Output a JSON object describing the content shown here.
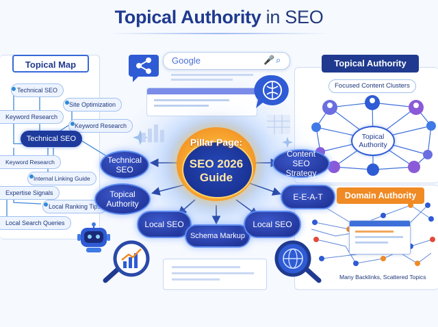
{
  "title": {
    "main": "Topical Authority",
    "suffix": "in SEO"
  },
  "left_panel": {
    "header": "Topical Map",
    "center_node": "Technical SEO",
    "items": [
      "Technical SEO",
      "Site Optimization",
      "Keyword Research",
      "Keyword Research",
      "Keyword Research",
      "Internal Linking Guide",
      "Expertise Signals",
      "Local Ranking Tips",
      "Local Search Queries"
    ]
  },
  "center": {
    "search_brand": "Google",
    "pillar_label": "Pillar Page:",
    "pillar_title_1": "SEO 2026",
    "pillar_title_2": "Guide",
    "nodes": {
      "technical_seo": "Technical SEO",
      "topical_authority": "Topical Authority",
      "local_seo_left": "Local SEO",
      "schema_markup": "Schema Markup",
      "local_seo_right": "Local SEO",
      "eeat": "E-E-A-T",
      "content_seo": "Content SEO Strategy"
    }
  },
  "right_top": {
    "header": "Topical Authority",
    "subtitle": "Focused Content Clusters",
    "center": "Topical Authority"
  },
  "right_bottom": {
    "header": "Domain Authority",
    "caption": "Many Backlinks, Scattered Topics"
  },
  "colors": {
    "navy": "#1f3a8f",
    "orange": "#f08a24",
    "blue": "#2e6fe0"
  }
}
